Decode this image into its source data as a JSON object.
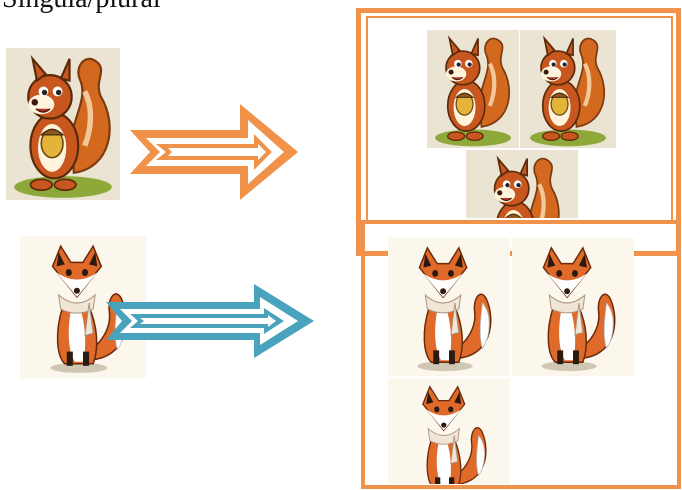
{
  "slide": {
    "title": "Singula/plural"
  },
  "icons": {
    "squirrel": "squirrel-holding-acorn-illustration",
    "fox": "fox-with-scarf-illustration",
    "arrow_orange": "orange-outlined-arrow-right",
    "arrow_blue": "blue-outlined-arrow-right"
  },
  "colors": {
    "orange_accent": "#f0924a",
    "blue_accent": "#4aa3bd",
    "squirrel_body": "#c8561f",
    "fox_body": "#e06a2a"
  },
  "groups": {
    "singular_squirrels": 1,
    "plural_squirrels": 3,
    "singular_foxes": 1,
    "plural_foxes": 3
  }
}
